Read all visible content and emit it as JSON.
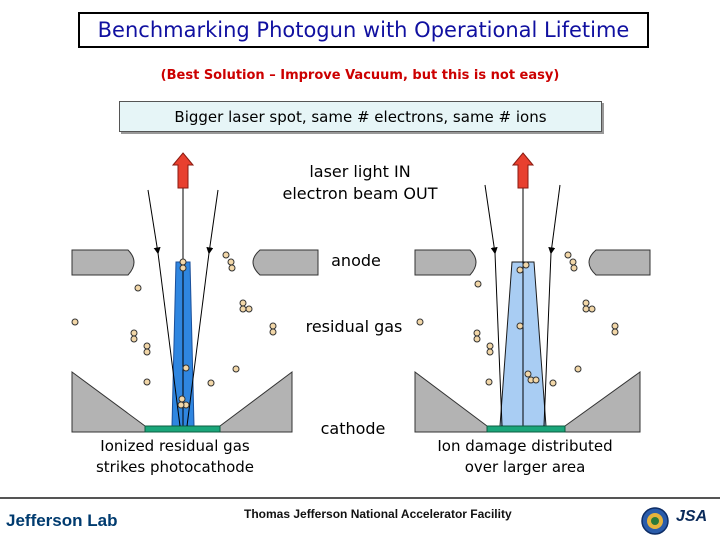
{
  "title": "Benchmarking Photogun with Operational Lifetime",
  "subtitle": "(Best Solution – Improve Vacuum, but this is not easy)",
  "banner": "Bigger laser spot, same # electrons,  same # ions",
  "labels": {
    "laser_in": "laser light IN",
    "beam_out": "electron beam OUT",
    "anode": "anode",
    "residual_gas": "residual gas",
    "cathode": "cathode",
    "left_caption_1": "Ionized residual gas",
    "left_caption_2": "strikes photocathode",
    "right_caption_1": "Ion damage distributed",
    "right_caption_2": "over larger area"
  },
  "footer": {
    "lab": "Jefferson Lab",
    "facility": "Thomas Jefferson National Accelerator Facility",
    "jsa": "JSA"
  },
  "colors": {
    "title_text": "#1010a0",
    "subtitle_text": "#cc0000",
    "banner_bg": "#e6f5f7",
    "narrow_beam": "#2f86e0",
    "wide_beam": "#a9cdf3",
    "cathode": "#1aa67a",
    "electrode": "#b3b3b3",
    "molecule": "#f2d7a8",
    "arrow": "#e8402f"
  }
}
